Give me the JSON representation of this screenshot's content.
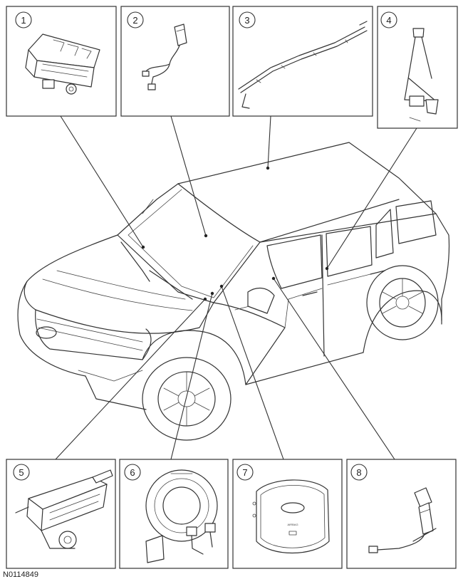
{
  "callouts": [
    {
      "number": "1"
    },
    {
      "number": "2"
    },
    {
      "number": "3"
    },
    {
      "number": "4"
    },
    {
      "number": "5"
    },
    {
      "number": "6"
    },
    {
      "number": "7"
    },
    {
      "number": "8"
    }
  ],
  "part_labels": {
    "airbag_cover_text": "AIRBAG"
  },
  "figure_reference": "N0114849"
}
